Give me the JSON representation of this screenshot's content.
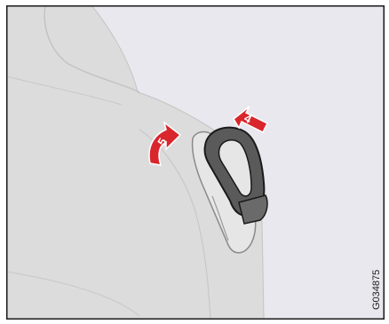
{
  "figure": {
    "code": "G034875",
    "steps": [
      {
        "number": "4",
        "color": "#d9262c"
      },
      {
        "number": "5",
        "color": "#d9262c"
      }
    ]
  },
  "colors": {
    "background": "#e8e8ee",
    "seat": "#dcdcdc",
    "seat_edge": "#c4c4c4",
    "frame": "#1a1a1a",
    "arrow": "#d9262c"
  }
}
